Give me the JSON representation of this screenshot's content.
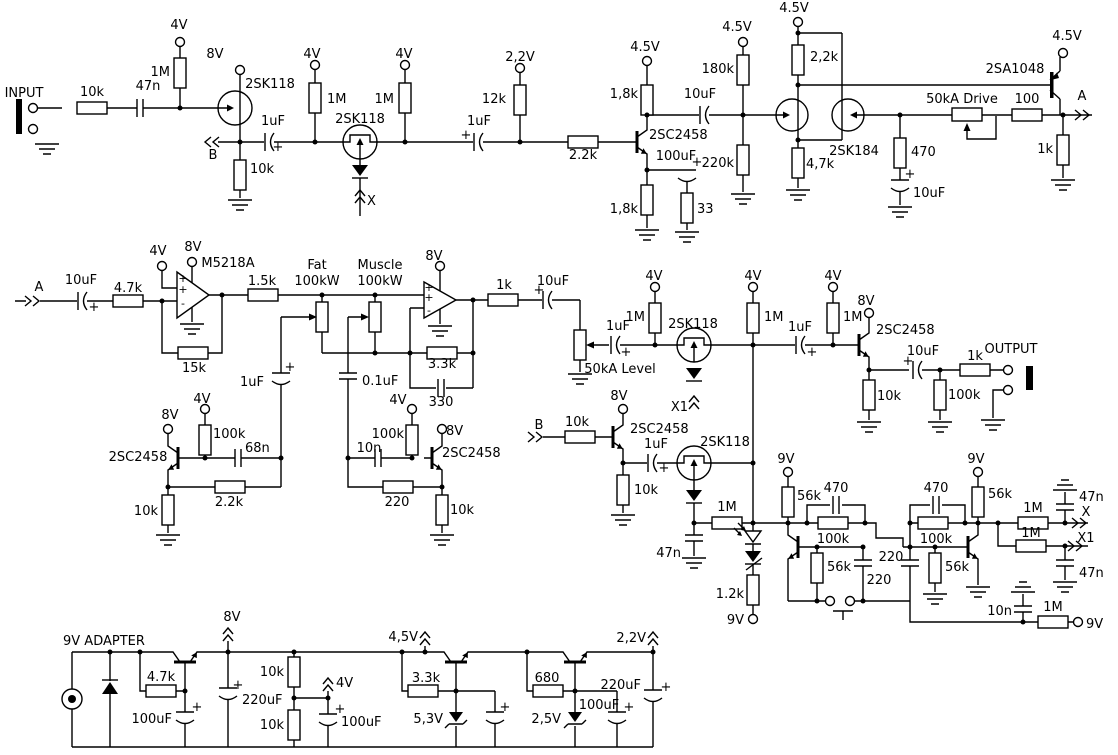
{
  "io": {
    "input": "INPUT",
    "output": "OUTPUT",
    "adapter": "9V ADAPTER"
  },
  "nets": {
    "a": "A",
    "b": "B",
    "x": "X",
    "x1": "X1"
  },
  "devices": {
    "jfet_2sk118": "2SK118",
    "jfet_2sk184": "2SK184",
    "pnp_2sa1048": "2SA1048",
    "npn_2sc2458": "2SC2458",
    "opamp_m5218a": "M5218A"
  },
  "controls": {
    "fat": "Fat",
    "muscle": "Muscle",
    "pot_100k": "100kW",
    "drive": "50kA Drive",
    "level": "50kA Level"
  },
  "volts": {
    "v4": "4V",
    "v8": "8V",
    "v4_5": "4.5V",
    "v4c5": "4,5V",
    "v2c2": "2,2V",
    "v9": "9V",
    "v5c3": "5,3V",
    "v2c5": "2,5V"
  },
  "values": {
    "r10k": "10k",
    "c47n": "47n",
    "r1m": "1M",
    "c1uf": "1uF",
    "r12k": "12k",
    "r2_2k": "2.2k",
    "r1c8k": "1,8k",
    "c10uf": "10uF",
    "c100uf": "100uF",
    "r33": "33",
    "r180k": "180k",
    "r220k": "220k",
    "r2c2k": "2,2k",
    "r4c7k": "4,7k",
    "r470": "470",
    "r100": "100",
    "r1k": "1k",
    "r4_7k": "4.7k",
    "r15k": "15k",
    "r1_5k": "1.5k",
    "r3_3k": "3.3k",
    "c330": "330",
    "c0_1uf": "0.1uF",
    "c68n": "68n",
    "r100k": "100k",
    "c10n": "10n",
    "r220": "220",
    "r56k": "56k",
    "r1_2k": "1.2k",
    "c220uf": "220uF",
    "r680": "680"
  },
  "sym": {
    "plus": "+",
    "minus": "-"
  }
}
